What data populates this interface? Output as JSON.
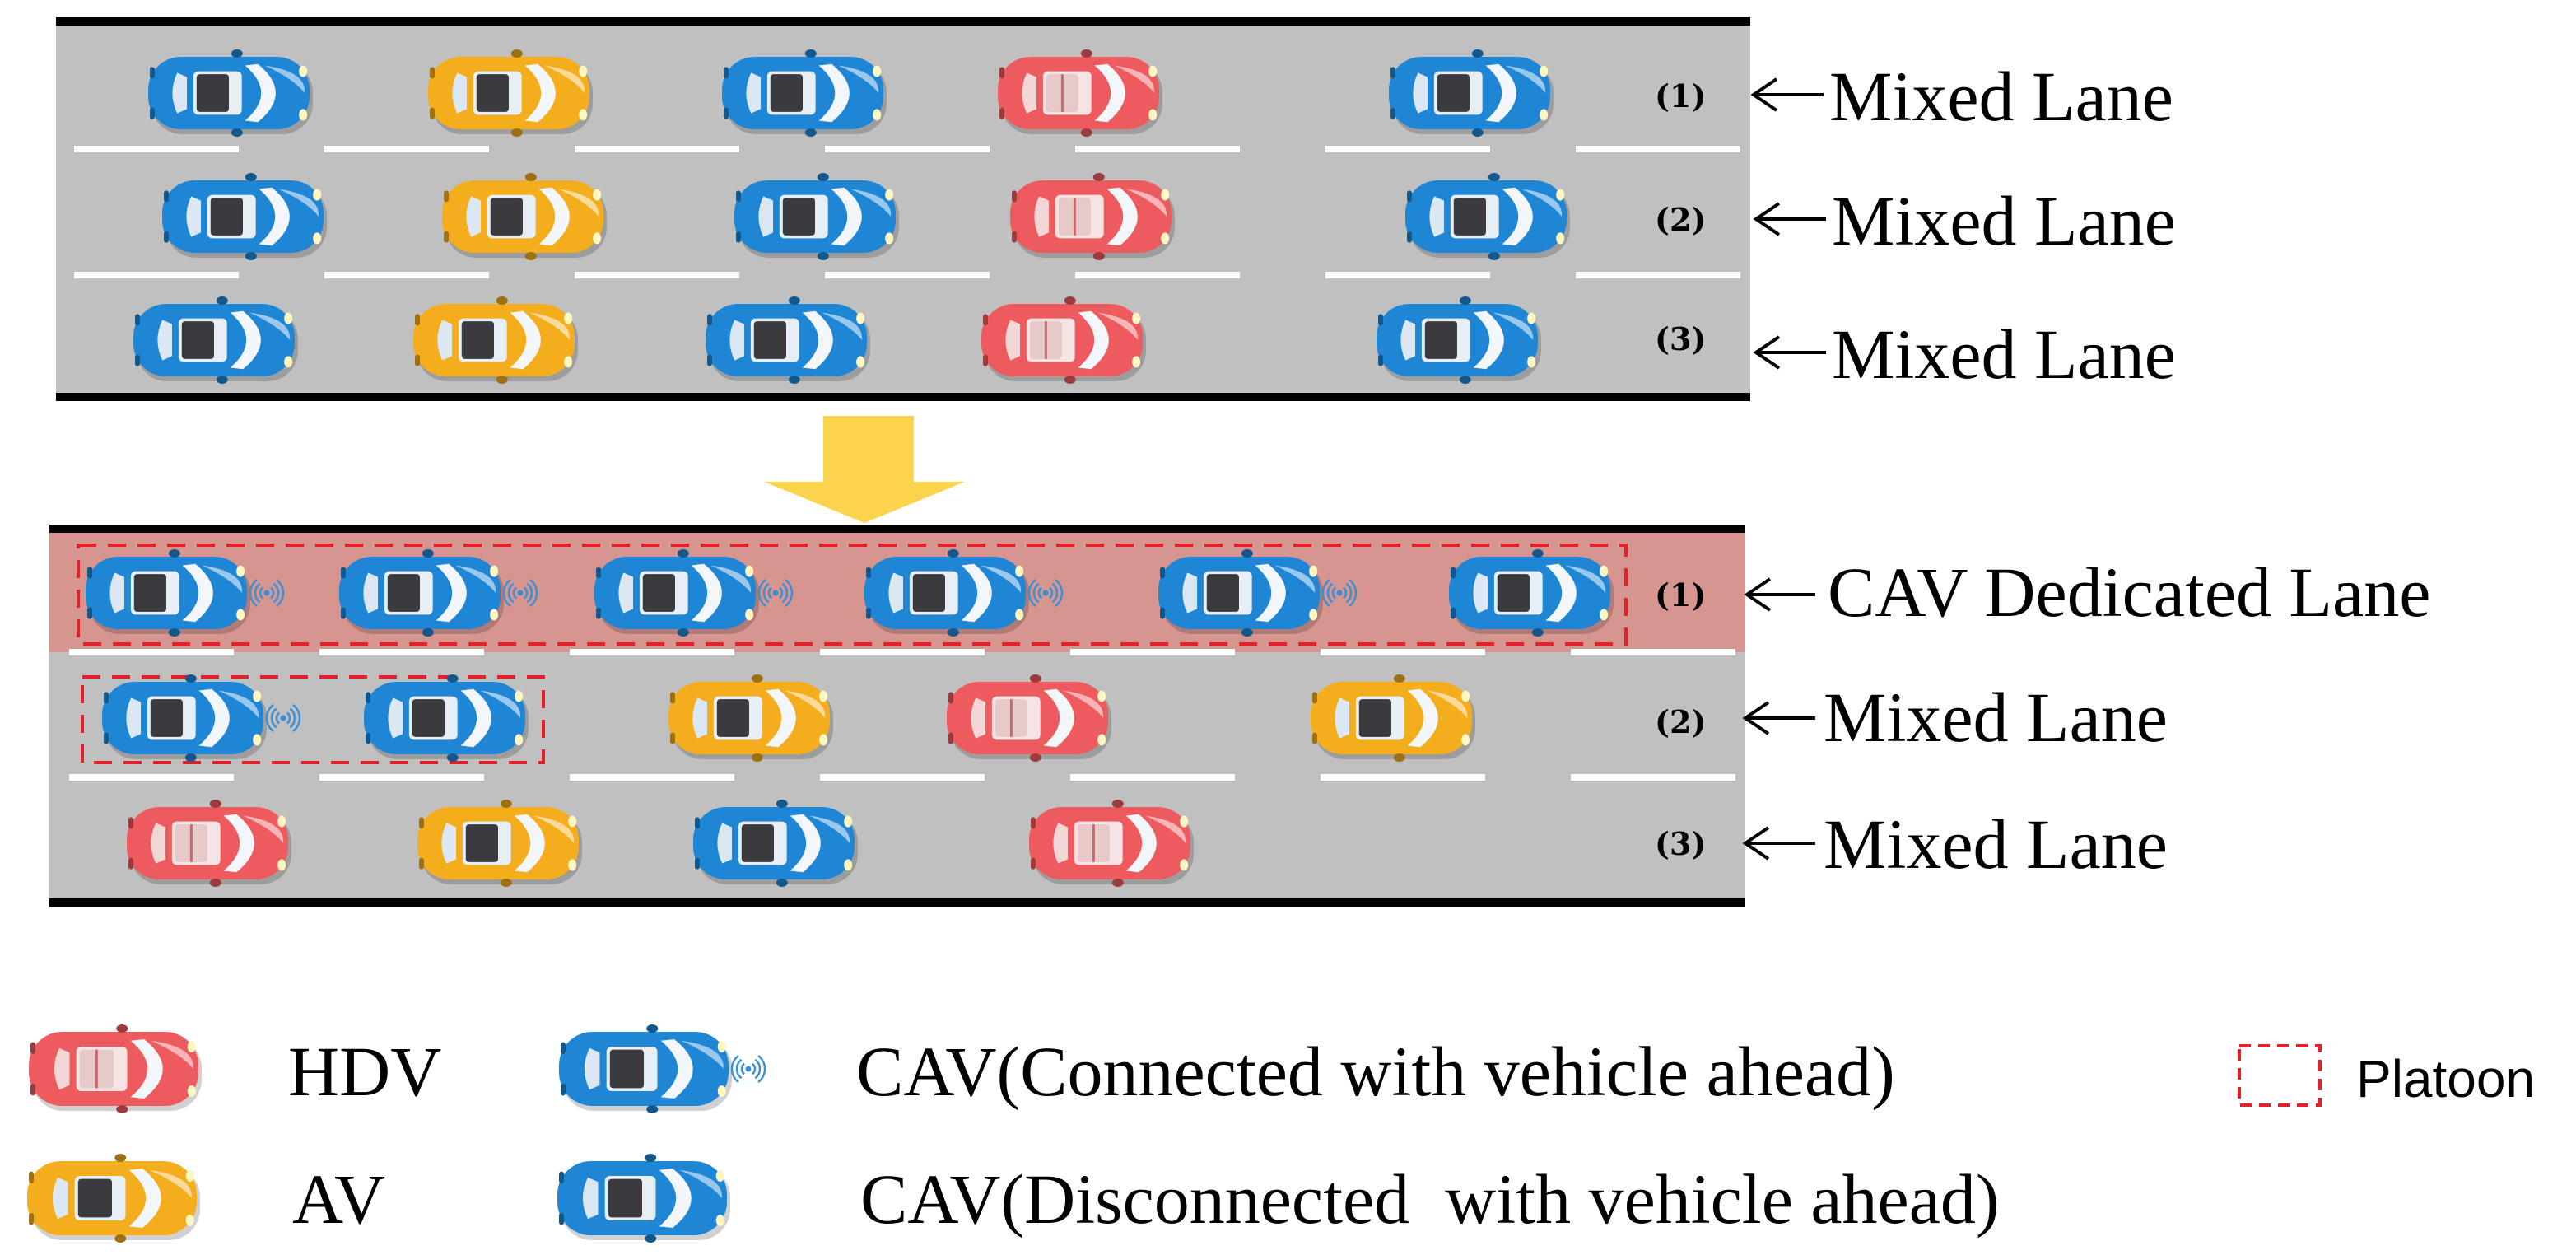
{
  "colors": {
    "road": "#c0c0c0",
    "road_edge": "#000000",
    "lane_mark": "#ffffff",
    "dedicated_lane": "#d79590",
    "platoon_border": "#e4202a",
    "arrow": "#fcd34d",
    "cav_body": "#1f86d6",
    "av_body": "#f4ad1c",
    "hdv_body": "#ee5b5f"
  },
  "top_road": {
    "lanes": [
      {
        "number": "(1)",
        "label": "Mixed Lane",
        "vehicles": [
          {
            "type": "cav",
            "signal": false
          },
          {
            "type": "av",
            "signal": false
          },
          {
            "type": "cav",
            "signal": false
          },
          {
            "type": "hdv",
            "signal": false
          },
          {
            "type": "cav",
            "signal": false
          }
        ]
      },
      {
        "number": "(2)",
        "label": "Mixed Lane",
        "vehicles": [
          {
            "type": "cav",
            "signal": false
          },
          {
            "type": "av",
            "signal": false
          },
          {
            "type": "cav",
            "signal": false
          },
          {
            "type": "hdv",
            "signal": false
          },
          {
            "type": "cav",
            "signal": false
          }
        ]
      },
      {
        "number": "(3)",
        "label": "Mixed Lane",
        "vehicles": [
          {
            "type": "cav",
            "signal": false
          },
          {
            "type": "av",
            "signal": false
          },
          {
            "type": "cav",
            "signal": false
          },
          {
            "type": "hdv",
            "signal": false
          },
          {
            "type": "cav",
            "signal": false
          }
        ]
      }
    ]
  },
  "bottom_road": {
    "lanes": [
      {
        "number": "(1)",
        "label": "CAV Dedicated Lane",
        "dedicated": true,
        "vehicles": [
          {
            "type": "cav",
            "signal": true
          },
          {
            "type": "cav",
            "signal": true
          },
          {
            "type": "cav",
            "signal": true
          },
          {
            "type": "cav",
            "signal": true
          },
          {
            "type": "cav",
            "signal": true
          },
          {
            "type": "cav",
            "signal": false
          }
        ]
      },
      {
        "number": "(2)",
        "label": "Mixed Lane",
        "dedicated": false,
        "vehicles": [
          {
            "type": "cav",
            "signal": true
          },
          {
            "type": "cav",
            "signal": false
          },
          {
            "type": "av",
            "signal": false
          },
          {
            "type": "hdv",
            "signal": false
          },
          {
            "type": "av",
            "signal": false
          }
        ]
      },
      {
        "number": "(3)",
        "label": "Mixed Lane",
        "dedicated": false,
        "vehicles": [
          {
            "type": "hdv",
            "signal": false
          },
          {
            "type": "av",
            "signal": false
          },
          {
            "type": "cav",
            "signal": false
          },
          {
            "type": "hdv",
            "signal": false
          }
        ]
      }
    ]
  },
  "legend": {
    "hdv": "HDV",
    "av": "AV",
    "cav_connected": "CAV(Connected with vehicle ahead)",
    "cav_disconnected": "CAV(Disconnected  with vehicle ahead)",
    "platoon": "Platoon"
  },
  "icons": {
    "lane_arrow": "left-arrow-icon",
    "transition": "down-arrow-icon",
    "signal": "wireless-signal-icon"
  }
}
